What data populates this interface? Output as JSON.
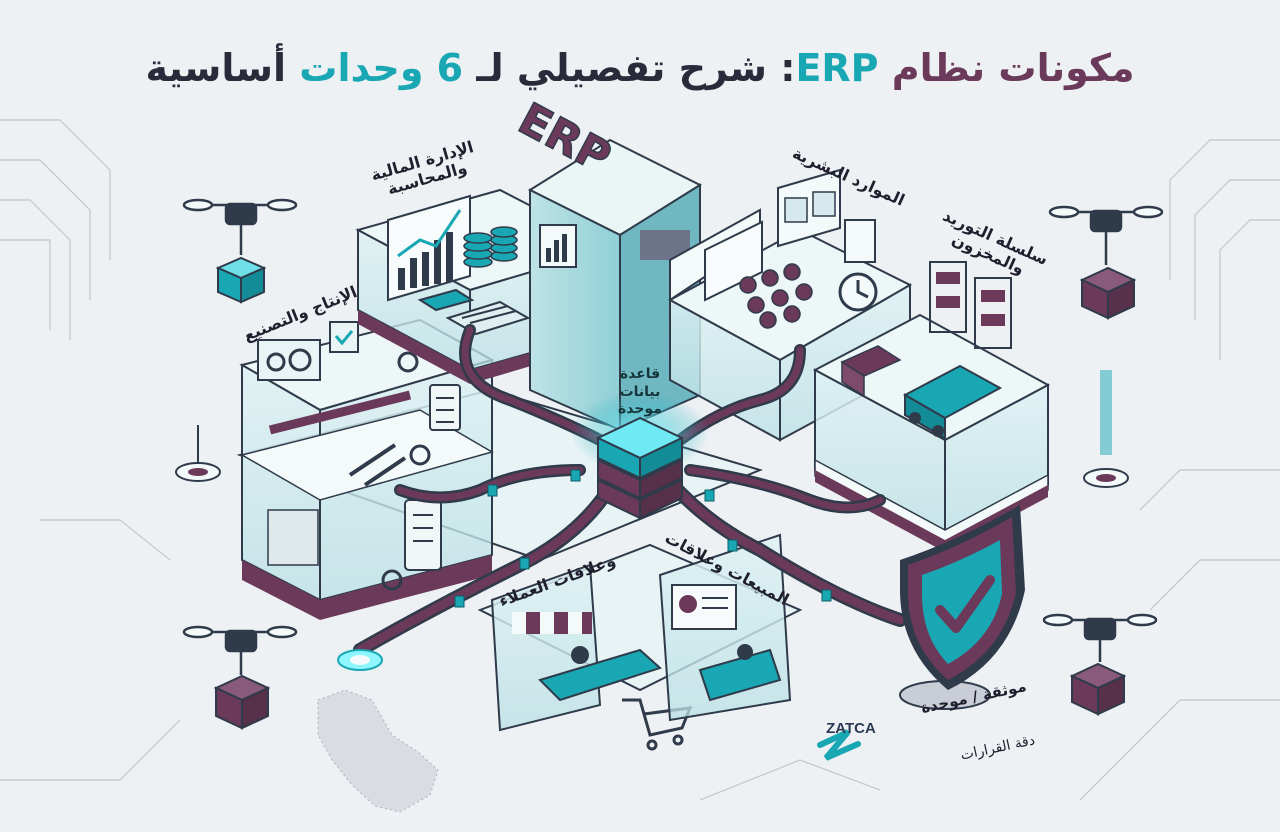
{
  "title": {
    "part_plum": "مكونات نظام",
    "part_teal": "ERP",
    "part_mid": ": شرح تفصيلي لـ",
    "number": "6",
    "part_end_teal": "وحدات",
    "part_end": "أساسية"
  },
  "hub": {
    "tower_text": "ERP",
    "db_line1": "قاعدة",
    "db_line2": "بيانات",
    "db_line3": "موحدة"
  },
  "modules": [
    {
      "id": "finance",
      "line1": "الإدارة المالية",
      "line2": "والمحاسبة"
    },
    {
      "id": "hr",
      "line1": "الموارد البشرية",
      "line2": ""
    },
    {
      "id": "supply",
      "line1": "سلسلة التوريد",
      "line2": "والمخزون"
    },
    {
      "id": "manufacturing",
      "line1": "الإنتاج والتصنيع",
      "line2": ""
    },
    {
      "id": "crm",
      "line1": "وعلاقات العملاء",
      "line2": ""
    },
    {
      "id": "sales",
      "line1": "المبيعات وعلاقات",
      "line2": ""
    }
  ],
  "security": {
    "line1": "موثقة / موحدة",
    "line2": "دقة القرارات"
  },
  "logo": {
    "text": "ZATCA"
  },
  "colors": {
    "teal": "#1aa7b4",
    "plum": "#6b3a5a",
    "glass": "#cfe9ec",
    "dark": "#2a2a3a"
  },
  "icons": [
    "drone-icon",
    "package-icon",
    "shield-check-icon",
    "gear-icon",
    "truck-icon",
    "shopping-cart-icon",
    "coins-icon",
    "bar-chart-icon",
    "clock-icon",
    "calculator-icon",
    "people-icon",
    "clipboard-icon",
    "wrench-icon",
    "saudi-map-icon"
  ]
}
